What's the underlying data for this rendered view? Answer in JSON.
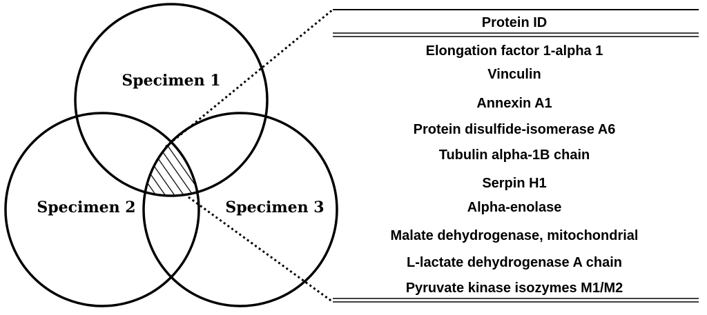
{
  "venn": {
    "sets": [
      {
        "id": "s1",
        "label": "Specimen 1"
      },
      {
        "id": "s2",
        "label": "Specimen 2"
      },
      {
        "id": "s3",
        "label": "Specimen 3"
      }
    ]
  },
  "table": {
    "header": "Protein ID",
    "rows": [
      "Elongation factor 1-alpha 1",
      "Vinculin",
      "Annexin A1",
      "Protein disulfide-isomerase A6",
      "Tubulin alpha-1B chain",
      "Serpin H1",
      "Alpha-enolase",
      "Malate dehydrogenase, mitochondrial",
      "L-lactate dehydrogenase A chain",
      "Pyruvate kinase isozymes M1/M2"
    ]
  }
}
